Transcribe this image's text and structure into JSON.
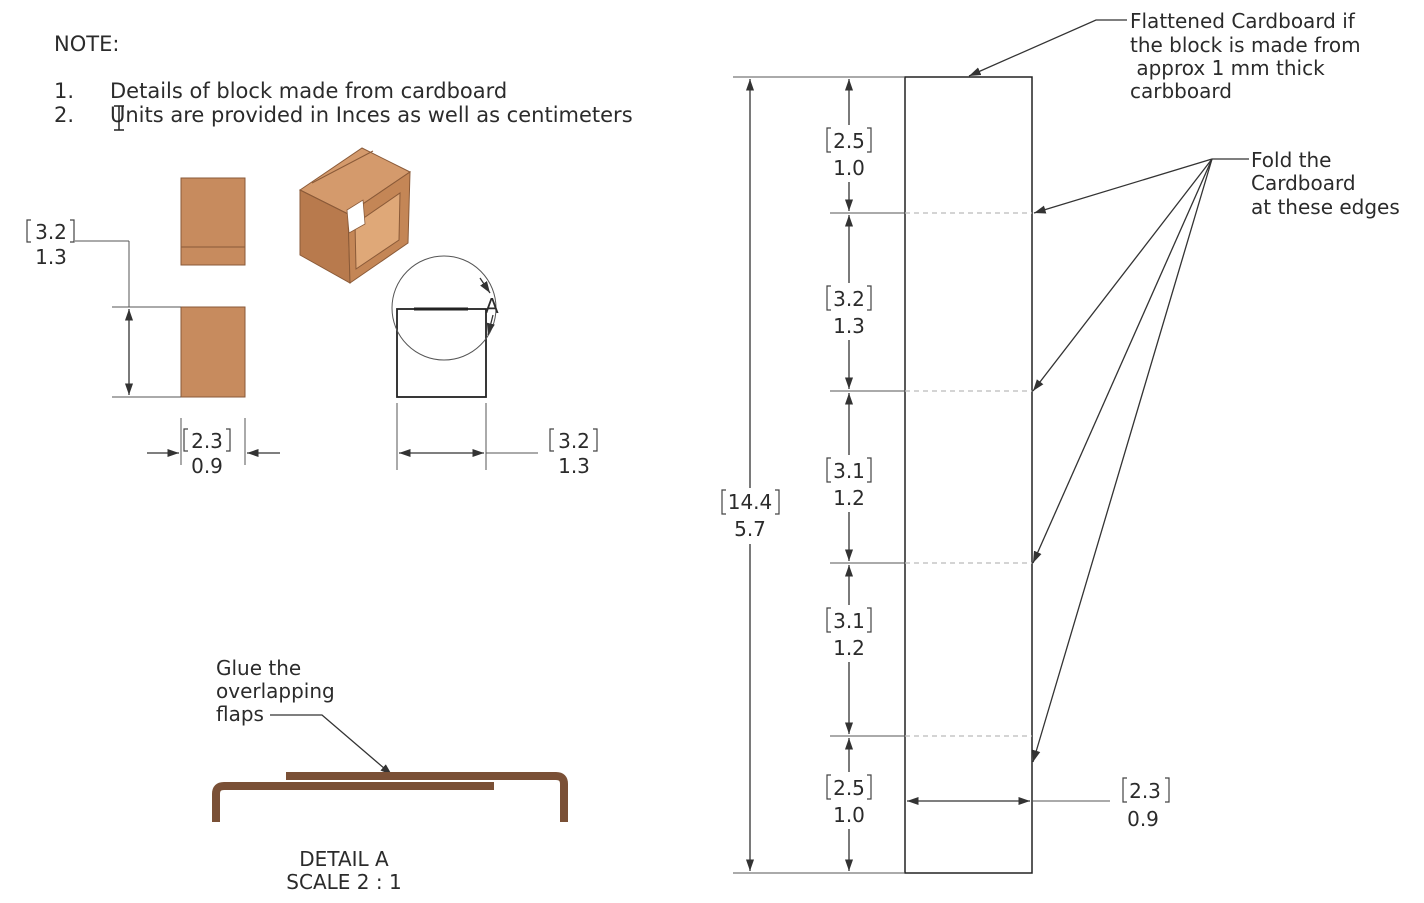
{
  "notes": {
    "heading": "NOTE:",
    "items": [
      {
        "num": "1.",
        "text": "Details of block made from cardboard"
      },
      {
        "num": "2.",
        "text": "Units are provided in Inces as well as centimeters"
      }
    ]
  },
  "block_views": {
    "height_dim": {
      "cm": "3.2",
      "in": "1.3"
    },
    "width_dim": {
      "cm": "2.3",
      "in": "0.9"
    },
    "depth_dim": {
      "cm": "3.2",
      "in": "1.3"
    },
    "detail_marker": "A"
  },
  "detail_a": {
    "annotation": [
      "Glue the",
      "overlapping",
      "flaps"
    ],
    "caption": [
      "DETAIL A",
      "SCALE 2 : 1"
    ]
  },
  "flat_pattern": {
    "top_note": [
      "Flattened Cardboard if",
      "the block is made from",
      " approx 1 mm thick",
      "carbboard"
    ],
    "fold_note": [
      "Fold the",
      "Cardboard",
      "at these edges"
    ],
    "total_length": {
      "cm": "14.4",
      "in": "5.7"
    },
    "width": {
      "cm": "2.3",
      "in": "0.9"
    },
    "segments": [
      {
        "cm": "2.5",
        "in": "1.0"
      },
      {
        "cm": "3.2",
        "in": "1.3"
      },
      {
        "cm": "3.1",
        "in": "1.2"
      },
      {
        "cm": "3.1",
        "in": "1.2"
      },
      {
        "cm": "2.5",
        "in": "1.0"
      }
    ]
  },
  "colors": {
    "cardboard": "#c78b5e",
    "cardboard_dark": "#a86f45",
    "flap_brown": "#7a5036",
    "line": "#333333"
  }
}
